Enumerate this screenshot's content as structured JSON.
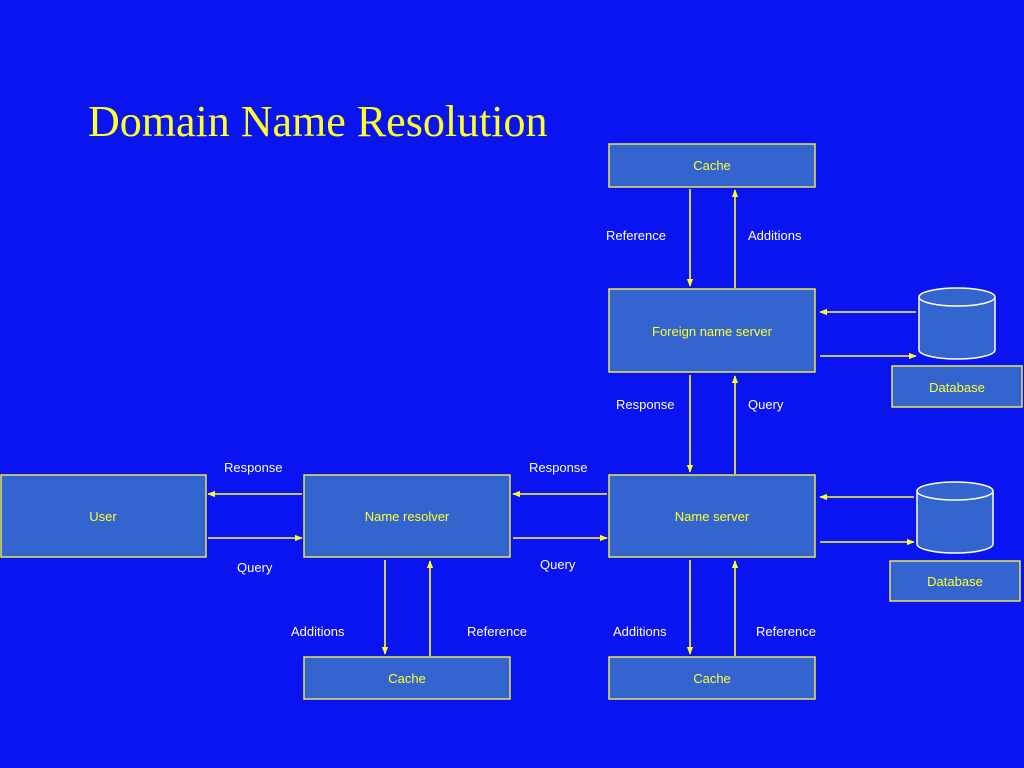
{
  "slide": {
    "title": "Domain Name Resolution"
  },
  "colors": {
    "background": "#0a14f0",
    "box_fill": "#3465cf",
    "box_border": "#e8e84a",
    "accent_text": "#ffff2a",
    "label_text": "#ffffff"
  },
  "nodes": {
    "user": "User",
    "resolver": "Name resolver",
    "server": "Name server",
    "foreign": "Foreign name server",
    "cache_top": "Cache",
    "cache_resolver": "Cache",
    "cache_server": "Cache",
    "db_top": "Database",
    "db_bottom": "Database"
  },
  "icons": {
    "database": "cylinder-icon"
  },
  "edges": {
    "cache_top_reference": "Reference",
    "cache_top_additions": "Additions",
    "foreign_response": "Response",
    "foreign_query": "Query",
    "user_response": "Response",
    "user_query": "Query",
    "resolver_response": "Response",
    "resolver_query": "Query",
    "cache_resolver_additions": "Additions",
    "cache_resolver_reference": "Reference",
    "cache_server_additions": "Additions",
    "cache_server_reference": "Reference"
  }
}
